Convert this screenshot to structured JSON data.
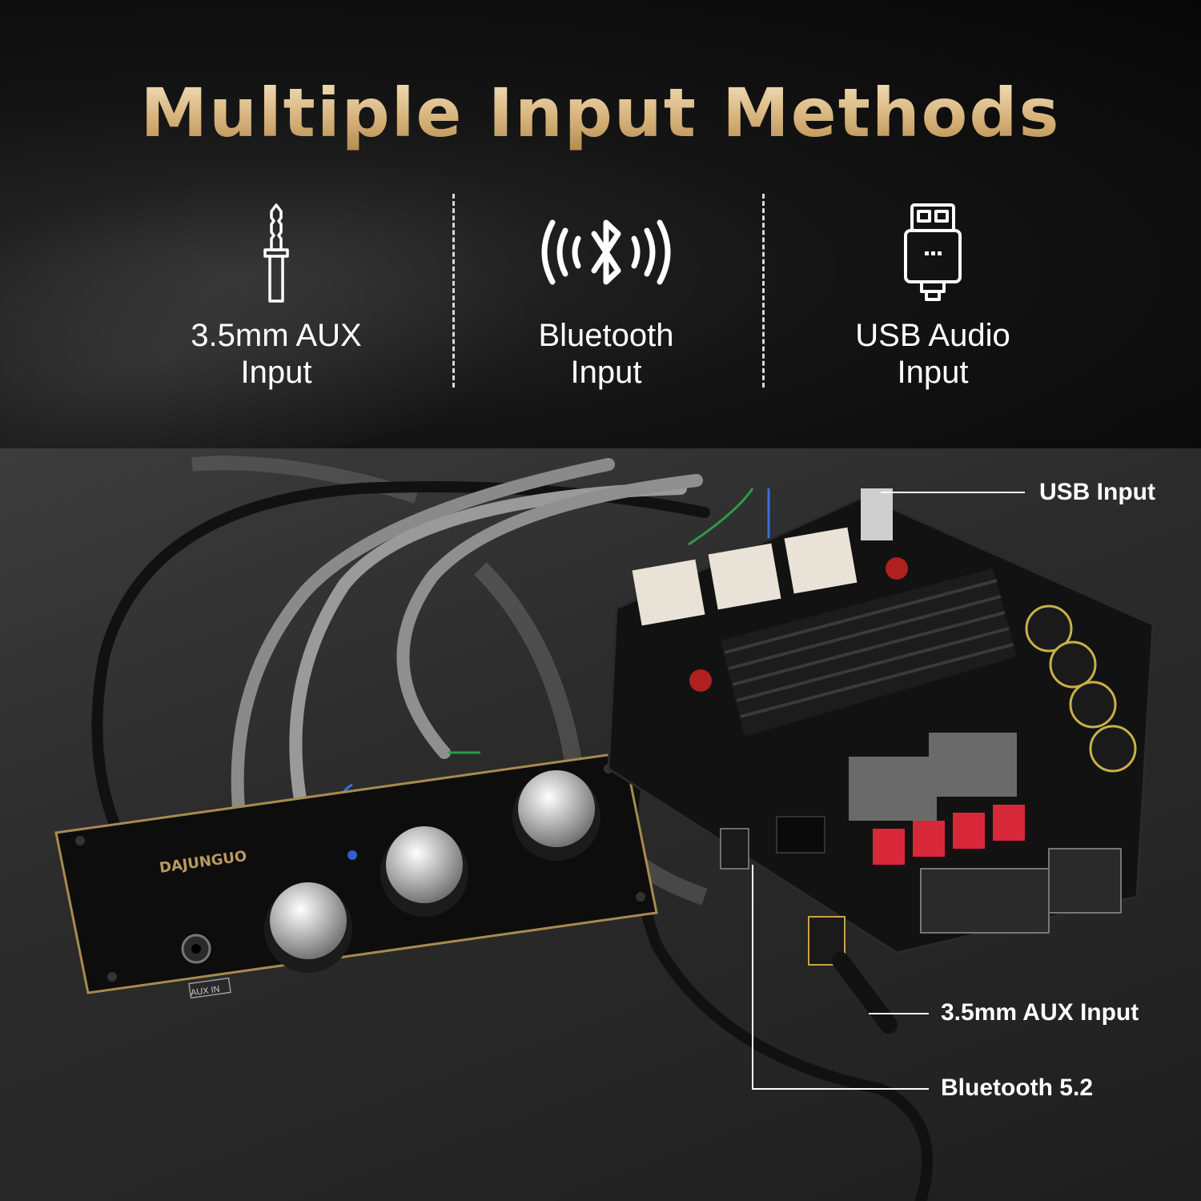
{
  "header": {
    "title": "Multiple Input Methods"
  },
  "methods": [
    {
      "icon": "audio-jack-icon",
      "line1": "3.5mm AUX",
      "line2": "Input"
    },
    {
      "icon": "bluetooth-icon",
      "line1": "Bluetooth",
      "line2": "Input"
    },
    {
      "icon": "usb-drive-icon",
      "line1": "USB Audio",
      "line2": "Input"
    }
  ],
  "callouts": {
    "usb": "USB Input",
    "aux": "3.5mm AUX Input",
    "bluetooth": "Bluetooth 5.2"
  },
  "panel": {
    "aux_label": "AUX IN"
  },
  "colors": {
    "title_gold": "#d8b47d",
    "text": "#ffffff",
    "board": "#141414",
    "terminal_red": "#d8283a"
  }
}
